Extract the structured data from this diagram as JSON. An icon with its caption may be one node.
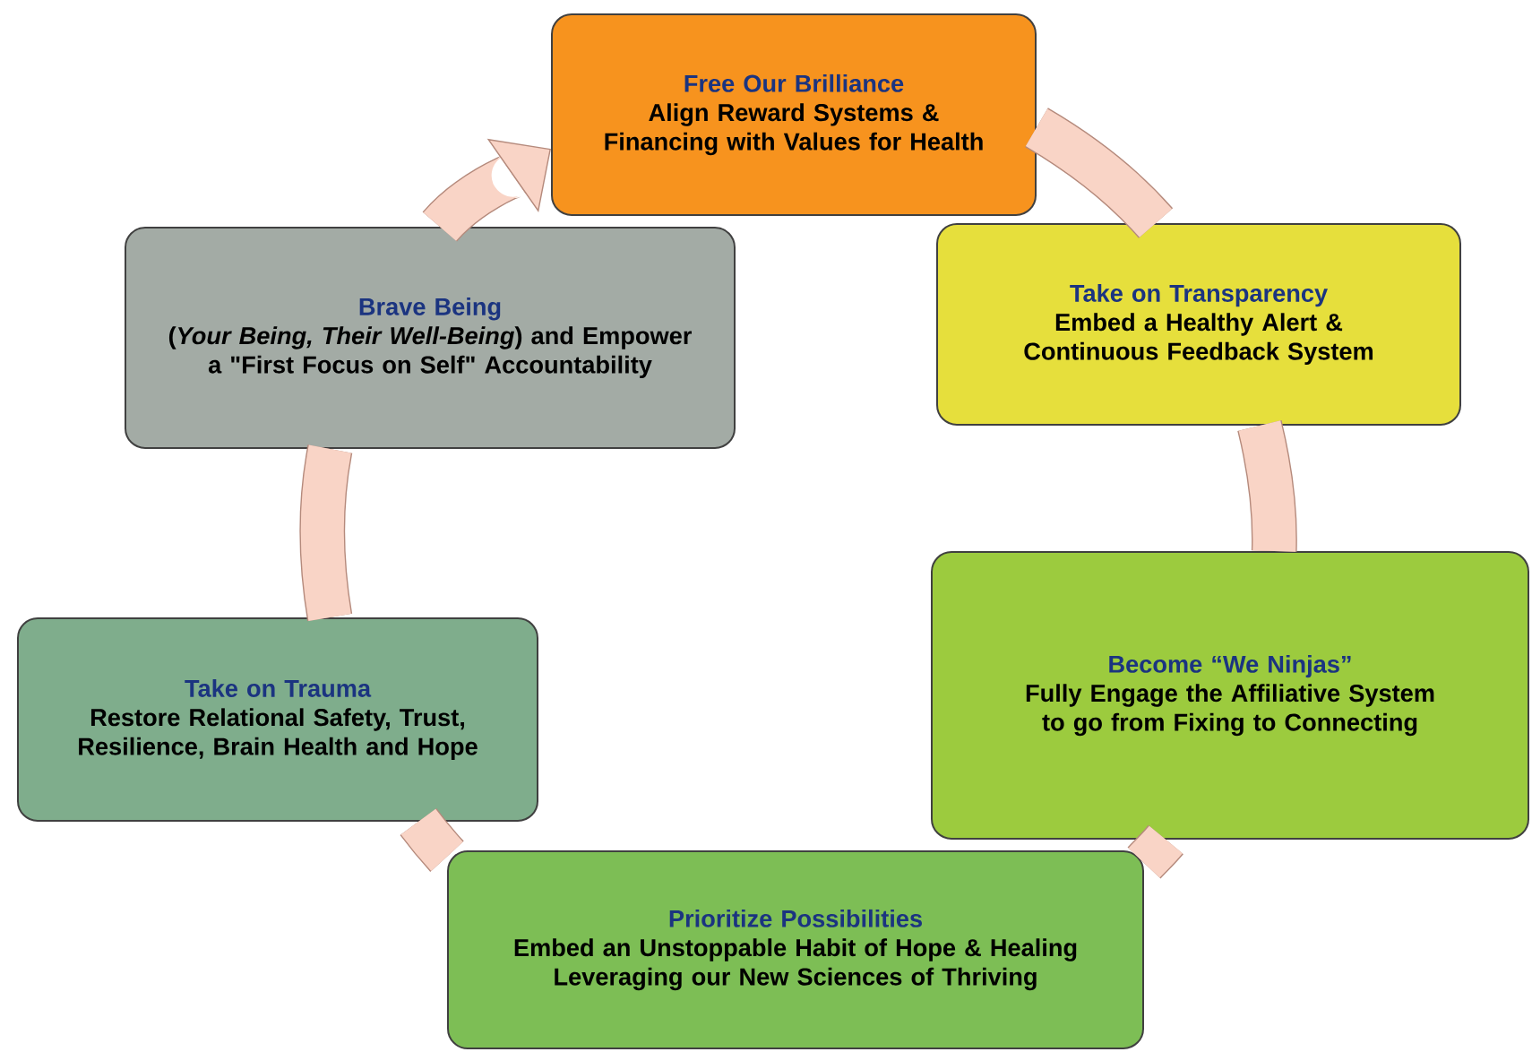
{
  "diagram": {
    "nodes": [
      {
        "text": [
          "Free Our Brilliance",
          "Align Reward Systems & Financing with Values for Health"
        ]
      },
      {
        "text": [
          "Take on Transparency",
          "Embed a Healthy Alert & Continuous Feedback System"
        ]
      },
      {
        "text": [
          "Become “We Ninjas”",
          "Fully Engage the Affiliative System to go from Fixing to Connecting"
        ]
      },
      {
        "text": [
          "Prioritize Possibilities",
          "Embed an Unstoppable Habit of Hope & Healing Leveraging our New Sciences of Thriving"
        ]
      },
      {
        "text": [
          "Take on Trauma",
          "Restore Relational Safety, Trust, Resilience, Brain Health and Hope"
        ]
      },
      {
        "text": [
          "Brave Being",
          "(*Your Being, Their Well-Being*) and Empower a \"First Focus on Self\" Accountability"
        ]
      }
    ],
    "edges": [
      {
        "from": 0,
        "to": 1,
        "arrow": "none"
      },
      {
        "from": 1,
        "to": 2,
        "arrow": "none"
      },
      {
        "from": 2,
        "to": 3,
        "arrow": "none"
      },
      {
        "from": 3,
        "to": 4,
        "arrow": "none"
      },
      {
        "from": 4,
        "to": 5,
        "arrow": "none"
      },
      {
        "from": 5,
        "to": 0,
        "arrow": "to"
      }
    ]
  }
}
